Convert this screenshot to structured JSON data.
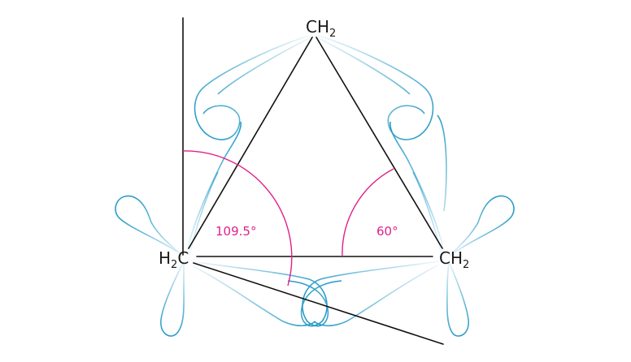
{
  "atoms": {
    "top": {
      "base": "CH",
      "sub": "2"
    },
    "left": {
      "base": "H",
      "sub": "2",
      "tail": "C"
    },
    "right": {
      "base": "CH",
      "sub": "2"
    }
  },
  "angles": {
    "tetrahedral": "109.5°",
    "ring": "60°"
  },
  "colors": {
    "bond": "#111111",
    "orbital": "#2a9cc8",
    "orbital_fade": "#bfe3f2",
    "angle": "#e0208a"
  }
}
